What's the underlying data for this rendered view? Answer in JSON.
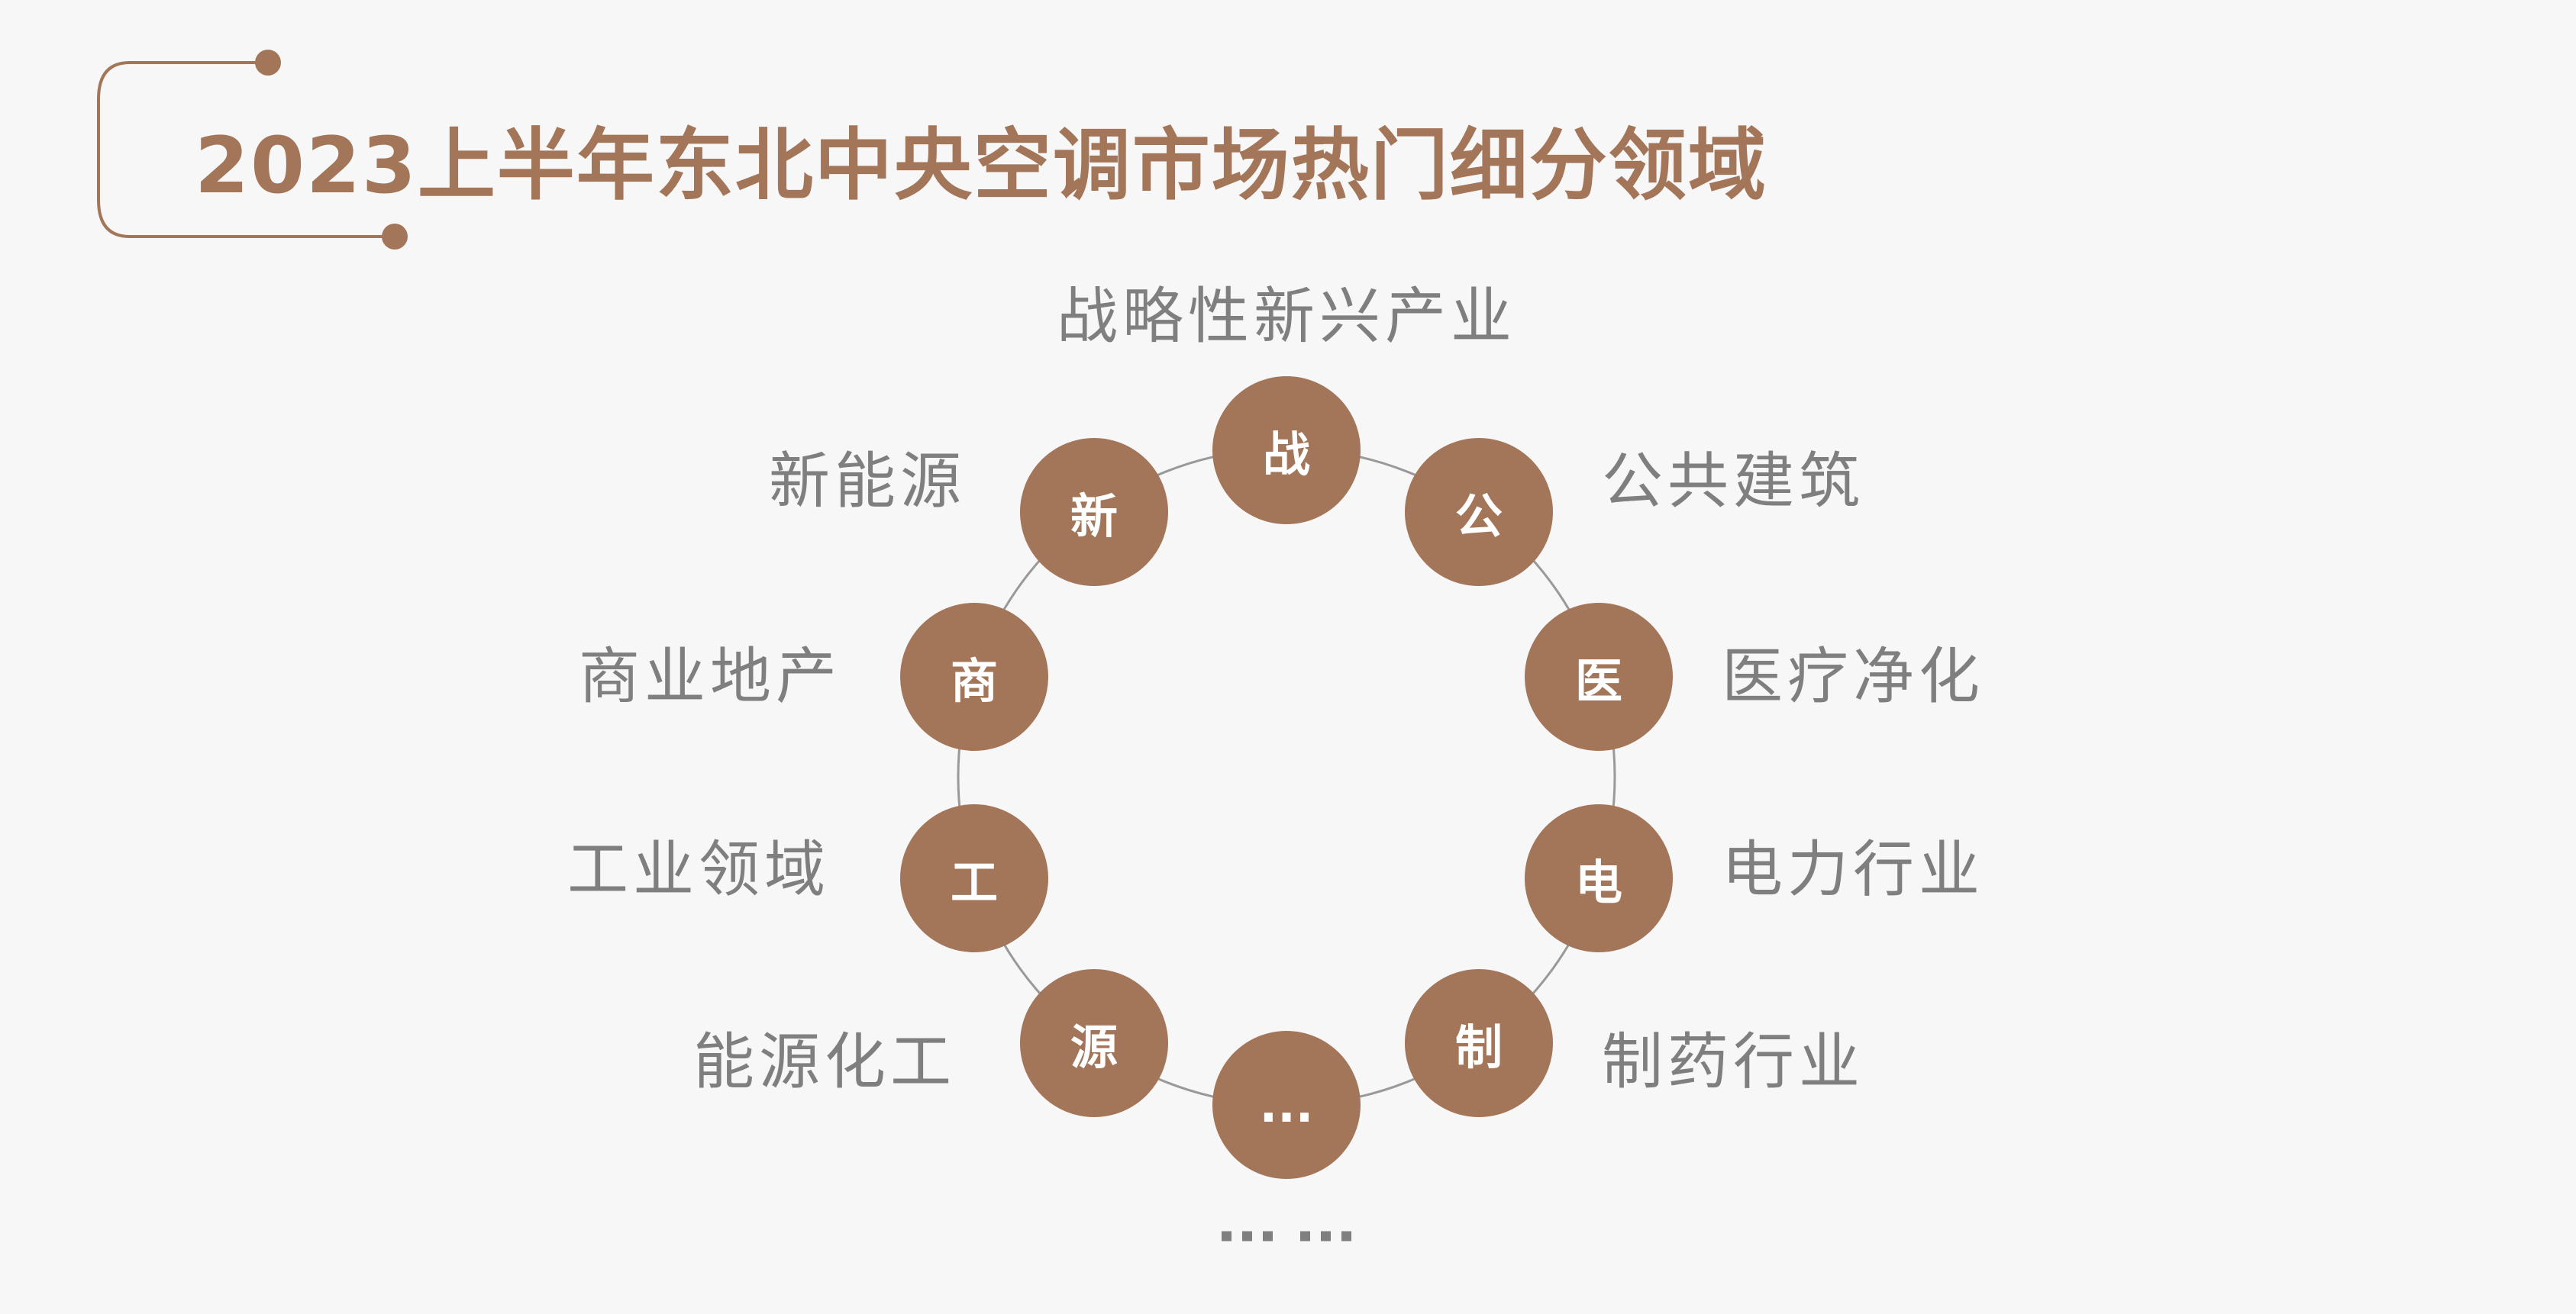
{
  "title": "2023上半年东北中央空调市场热门细分领域",
  "accent_color": "#a3765a",
  "nodes": [
    {
      "abbr": "战",
      "label": "战略性新兴产业"
    },
    {
      "abbr": "公",
      "label": "公共建筑"
    },
    {
      "abbr": "医",
      "label": "医疗净化"
    },
    {
      "abbr": "电",
      "label": "电力行业"
    },
    {
      "abbr": "制",
      "label": "制药行业"
    },
    {
      "abbr": "...",
      "label": "......"
    },
    {
      "abbr": "源",
      "label": "能源化工"
    },
    {
      "abbr": "工",
      "label": "工业领域"
    },
    {
      "abbr": "商",
      "label": "商业地产"
    },
    {
      "abbr": "新",
      "label": "新能源"
    }
  ]
}
